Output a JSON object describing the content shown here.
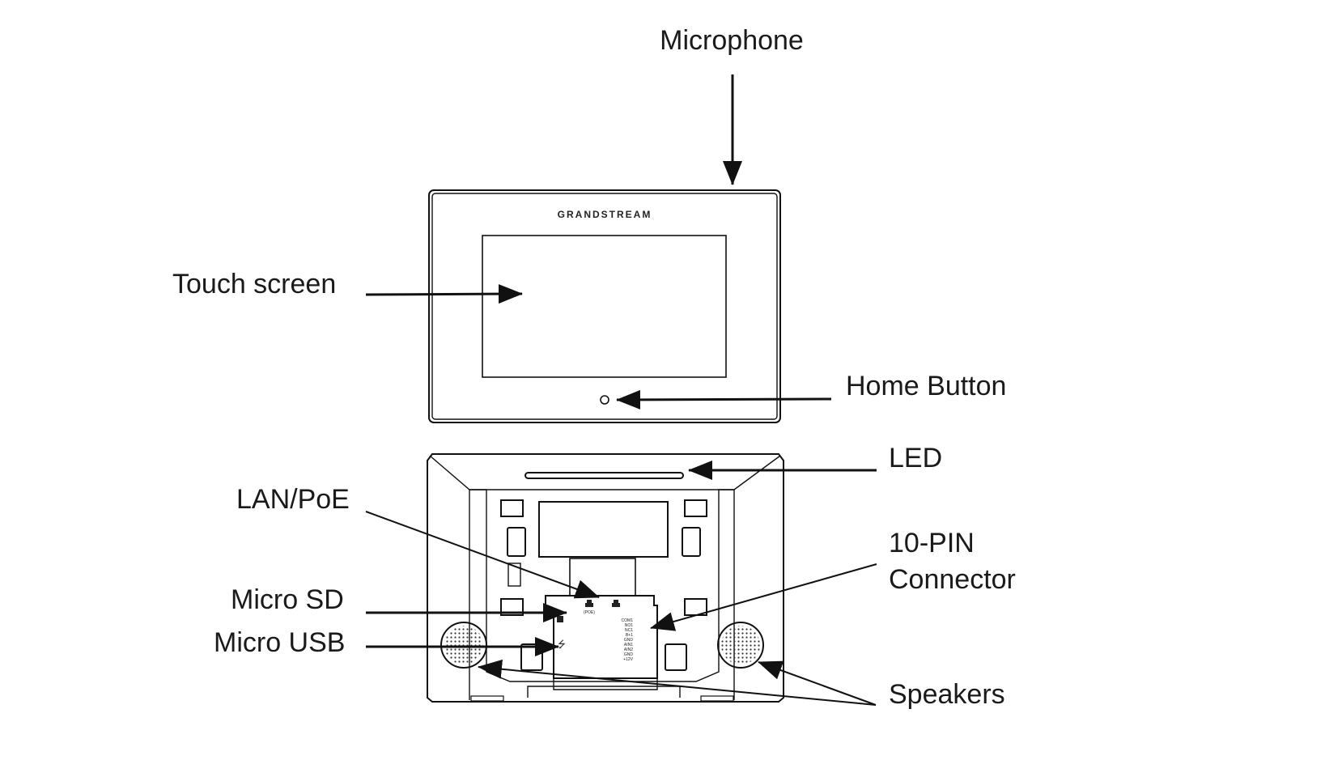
{
  "labels": {
    "microphone": "Microphone",
    "touch_screen": "Touch screen",
    "home_button": "Home Button",
    "led": "LED",
    "lan_poe": "LAN/PoE",
    "pin_connector_line1": "10-PIN",
    "pin_connector_line2": "Connector",
    "micro_sd": "Micro SD",
    "micro_usb": "Micro USB",
    "speakers": "Speakers"
  },
  "device": {
    "brand": "GRANDSTREAM",
    "poe_port_label": "(POE)",
    "pin_labels": [
      "COM1",
      "NO1",
      "NC1",
      "B+1",
      "GND",
      "AIN1",
      "AIN2",
      "GND",
      "+12V"
    ]
  }
}
